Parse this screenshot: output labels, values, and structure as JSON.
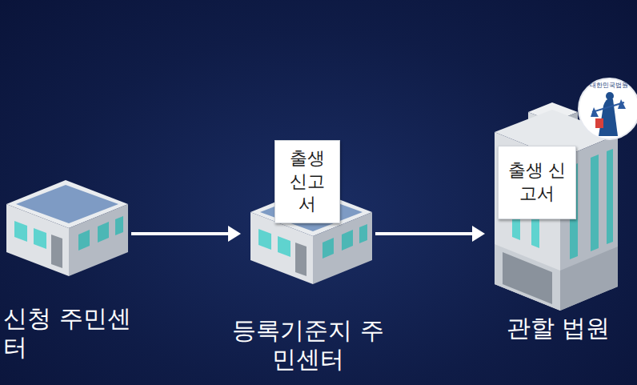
{
  "diagram": {
    "nodes": [
      {
        "text": [
          "신청 주민센터"
        ]
      },
      {
        "text": [
          "등록기준지 주민센터"
        ]
      },
      {
        "text": [
          "출생 신고서"
        ],
        "in": 1
      },
      {
        "text": [
          "관할 법원"
        ]
      },
      {
        "text": [
          "출생 신고서"
        ],
        "in": 3
      }
    ],
    "edges": [
      {
        "from": 0,
        "to": 1,
        "arrow": "to"
      },
      {
        "from": 1,
        "to": 3,
        "arrow": "to"
      }
    ],
    "labels": [
      "대한민국법원"
    ]
  }
}
